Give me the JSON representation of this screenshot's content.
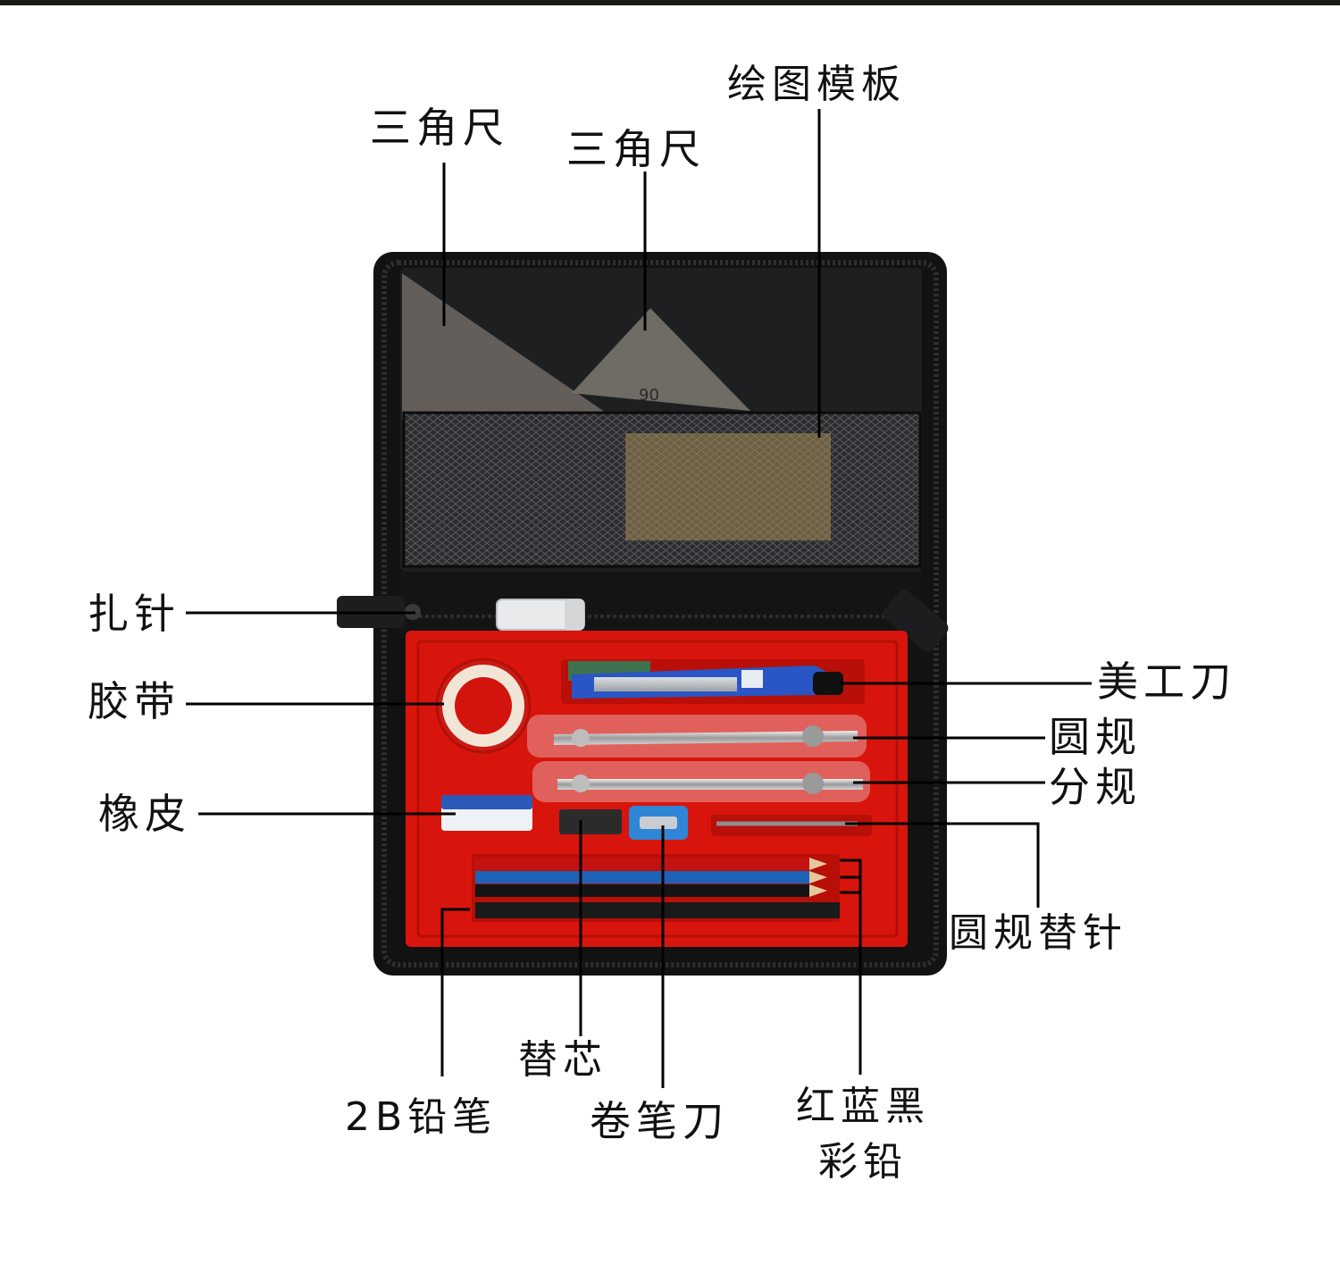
{
  "colors": {
    "background": "#ffffff",
    "case": "#151516",
    "tray": "#d8150c",
    "leader": "#000000"
  },
  "labels": {
    "triangle_ruler_1": "三角尺",
    "triangle_ruler_2": "三角尺",
    "drawing_template": "绘图模板",
    "push_pins": "扎针",
    "tape": "胶带",
    "eraser": "橡皮",
    "utility_knife": "美工刀",
    "compass": "圆规",
    "divider": "分规",
    "compass_needle": "圆规替针",
    "refill_leads": "替芯",
    "pencil_2b": "2B铅笔",
    "sharpener": "卷笔刀",
    "color_pencils_line1": "红蓝黑",
    "color_pencils_line2": "彩铅"
  }
}
